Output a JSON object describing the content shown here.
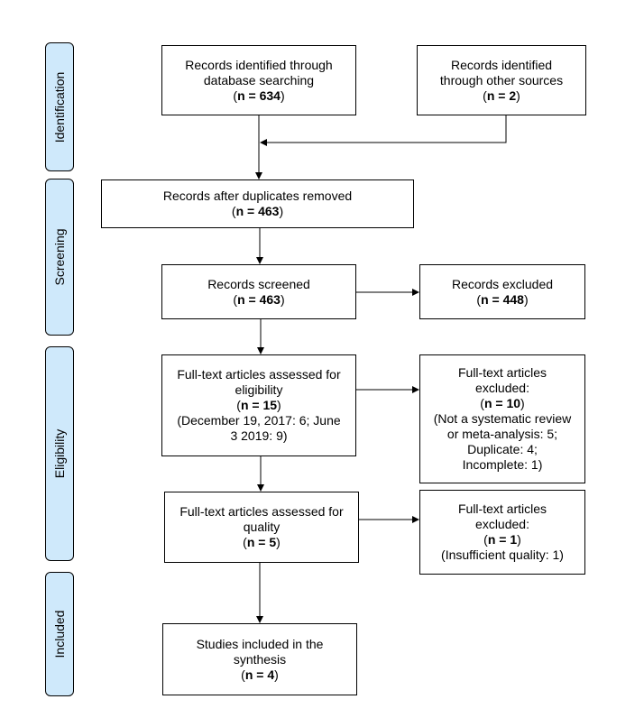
{
  "phases": {
    "identification": "Identification",
    "screening": "Screening",
    "eligibility": "Eligibility",
    "included": "Included"
  },
  "boxes": {
    "db_search": {
      "label_1": "Records identified through",
      "label_2": "database searching",
      "open": "(",
      "count": "n = 634",
      "close": ")"
    },
    "other_sources": {
      "label_1": "Records identified",
      "label_2": "through other sources",
      "open": "(",
      "count": "n = 2",
      "close": ")"
    },
    "duplicates_removed": {
      "label_1": "Records after duplicates removed",
      "open": "(",
      "count": "n = 463",
      "close": ")"
    },
    "screened": {
      "label_1": "Records screened",
      "open": "(",
      "count": "n = 463",
      "close": ")"
    },
    "excluded": {
      "label_1": "Records excluded",
      "open": "(",
      "count": "n = 448",
      "close": ")"
    },
    "fulltext_eligibility": {
      "label_1": "Full-text articles assessed for",
      "label_2": "eligibility",
      "open": "(",
      "count": "n = 15",
      "close": ")",
      "detail_1": "(December 19, 2017: 6; June",
      "detail_2": "3 2019: 9)"
    },
    "fulltext_excluded": {
      "label_1": "Full-text articles",
      "label_2": "excluded:",
      "open": "(",
      "count": "n = 10",
      "close": ")",
      "detail_1": "(Not a systematic review",
      "detail_2": "or meta-analysis: 5;",
      "detail_3": "Duplicate: 4;",
      "detail_4": "Incomplete: 1)"
    },
    "fulltext_quality": {
      "label_1": "Full-text articles assessed for",
      "label_2": "quality",
      "open": "(",
      "count": "n = 5",
      "close": ")"
    },
    "quality_excluded": {
      "label_1": "Full-text articles",
      "label_2": "excluded:",
      "open": "(",
      "count": "n = 1",
      "close": ")",
      "detail_1": "(Insufficient quality: 1)"
    },
    "included_synthesis": {
      "label_1": "Studies included in the",
      "label_2": "synthesis",
      "open": "(",
      "count": "n = 4",
      "close": ")"
    }
  }
}
